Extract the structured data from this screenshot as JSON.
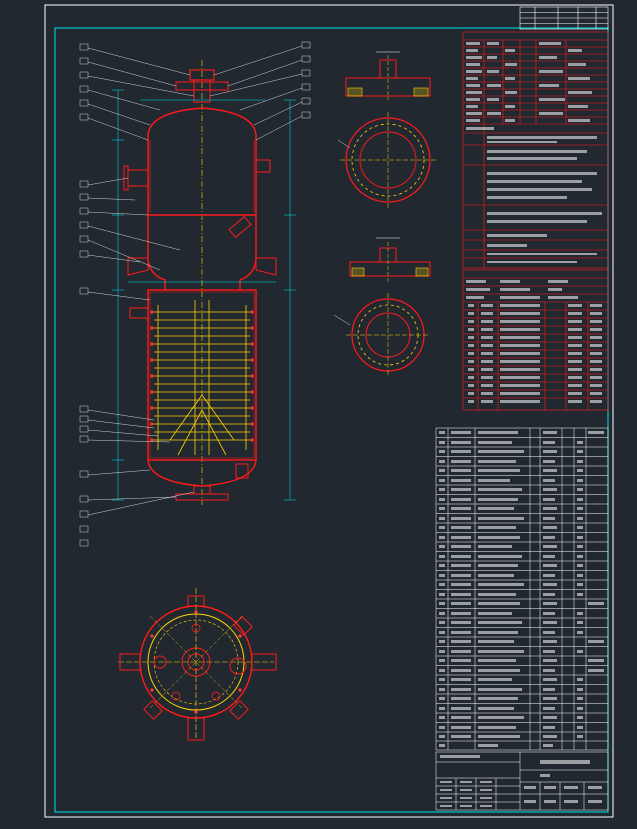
{
  "colors": {
    "background": "#212830",
    "border": "#ffffff",
    "frame": "#00e5ee",
    "vessel": "#ff1a1a",
    "coil": "#ffd400",
    "annotation": "#ffffff",
    "dimension": "#00e5ee",
    "nozzle_fill": "#ff3b3b"
  },
  "drawing": {
    "title_block": {
      "drawing_number": "",
      "caption": ""
    },
    "part_list": {
      "row_count": 34
    },
    "spec_table": {
      "row_count": 22
    },
    "nozzle_table": {
      "row_count": 14
    }
  }
}
